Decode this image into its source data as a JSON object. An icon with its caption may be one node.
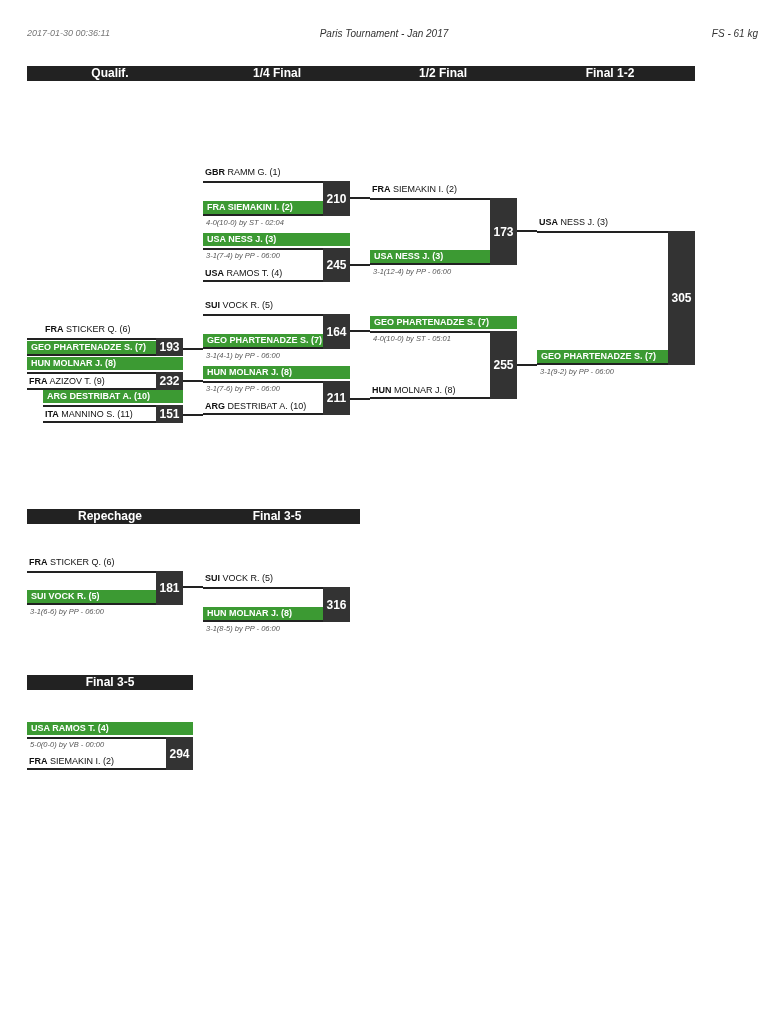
{
  "diagram": {
    "title": "Paris Tournament - Jan 2017",
    "nodes": [
      {
        "text": [
          "FRA SIEMAKIN I. (2)",
          "210"
        ],
        "beside": [
          "**GBR** RAMM G. (1)",
          "4-0(10-0) by ST - 02:04"
        ]
      },
      {
        "text": [
          "USA NESS J. (3)",
          "173"
        ],
        "beside": [
          "**FRA** SIEMAKIN I. (2)",
          "3-1(12-4) by PP - 06:00"
        ]
      },
      {
        "text": [
          "3-1(7-4) by PP - 06:00",
          "**USA** RAMOS T. (4)",
          "245"
        ],
        "beside": [
          "USA NESS J. (3)"
        ]
      },
      {
        "text": [
          "GEO PHARTENADZE S. (7)",
          "305"
        ],
        "beside": [
          "**USA** NESS J. (3)",
          "3-1(9-2) by PP - 06:00"
        ]
      },
      {
        "text": [
          "GEO PHARTENADZE S. (7)",
          "164"
        ],
        "beside": [
          "**SUI** VOCK R. (5)",
          "3-1(4-1) by PP - 06:00"
        ]
      },
      {
        "text": [
          "GEO PHARTENADZE S. (7)",
          "193"
        ],
        "beside": [
          "**FRA** STICKER Q. (6)"
        ]
      },
      {
        "text": [
          "4-0(10-0) by ST - 05:01",
          "**HUN** MOLNAR J. (8)",
          "255"
        ],
        "beside": [
          "GEO PHARTENADZE S. (7)"
        ]
      },
      {
        "text": [
          "**FRA** AZIZOV T. (9)",
          "232"
        ],
        "beside": [
          "HUN MOLNAR J. (8)"
        ]
      },
      {
        "text": [
          "3-1(7-6) by PP - 06:00",
          "**ARG** DESTRIBAT A. (10)",
          "211"
        ],
        "beside": [
          "HUN MOLNAR J. (8)"
        ]
      },
      {
        "text": [
          "**ITA** MANNINO S. (11)",
          "151"
        ],
        "beside": [
          "ARG DESTRIBAT A. (10)"
        ]
      },
      {
        "text": [
          "SUI VOCK R. (5)",
          "181"
        ],
        "beside": [
          "**FRA** STICKER Q. (6)",
          "3-1(6-6) by PP - 06:00"
        ]
      },
      {
        "text": [
          "HUN MOLNAR J. (8)",
          "316"
        ],
        "beside": [
          "**SUI** VOCK R. (5)",
          "3-1(8-5) by PP - 06:00"
        ]
      },
      {
        "text": [
          "5-0(0-0) by VB - 00:00",
          "**FRA** SIEMAKIN I. (2)",
          "294"
        ],
        "beside": [
          "USA RAMOS T. (4)"
        ]
      }
    ],
    "edges": [
      {
        "from": 0,
        "to": 1,
        "arrow": "none"
      },
      {
        "from": 2,
        "to": 1,
        "arrow": "none"
      },
      {
        "from": 1,
        "to": 3,
        "arrow": "none"
      },
      {
        "from": 5,
        "to": 4,
        "arrow": "none"
      },
      {
        "from": 4,
        "to": 6,
        "arrow": "none"
      },
      {
        "from": 7,
        "to": 8,
        "arrow": "none"
      },
      {
        "from": 9,
        "to": 8,
        "arrow": "none"
      },
      {
        "from": 8,
        "to": 6,
        "arrow": "none"
      },
      {
        "from": 6,
        "to": 3,
        "arrow": "none"
      },
      {
        "from": 10,
        "to": 11,
        "arrow": "none"
      }
    ],
    "labels": [
      "2017-01-30 00:36:11",
      "FS - 61 kg",
      "Qualif.",
      "1/4 Final",
      "1/2 Final",
      "Final 1-2",
      "Repechage",
      "Final 3-5",
      "Final 3-5"
    ]
  }
}
